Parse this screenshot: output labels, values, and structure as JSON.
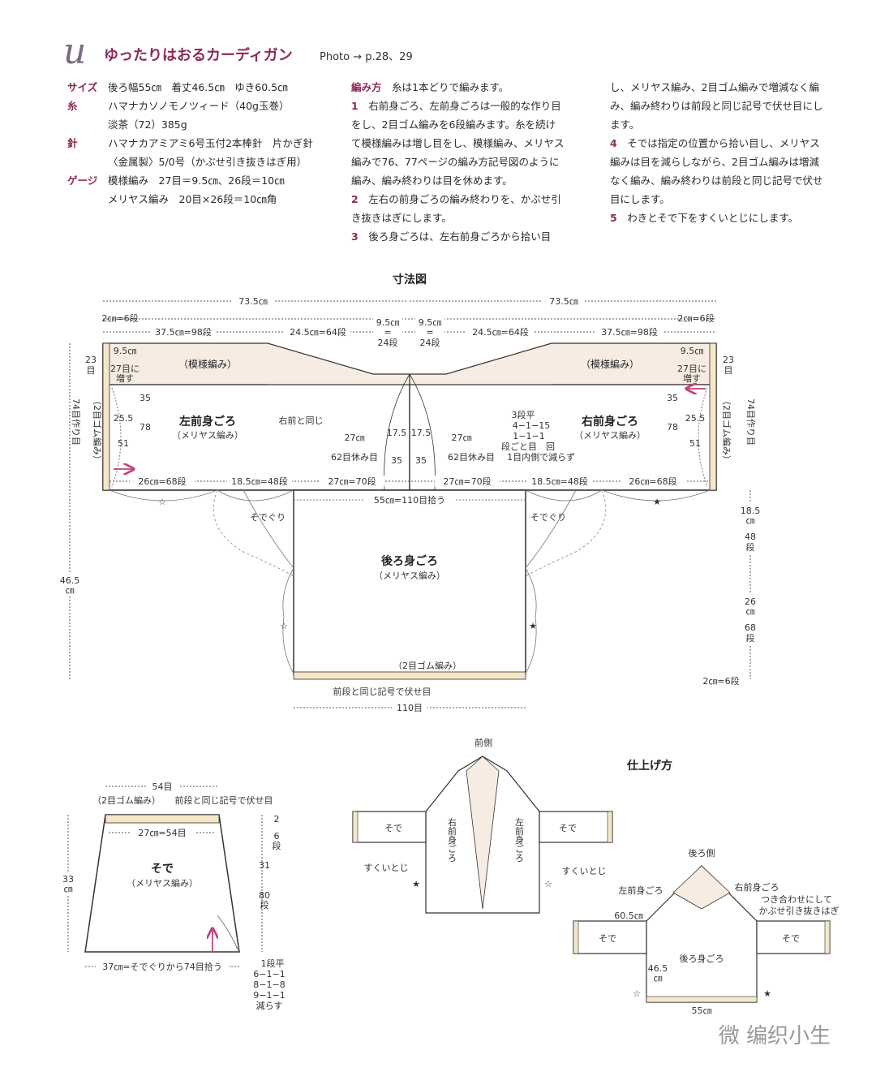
{
  "header": {
    "letter": "u",
    "title": "ゆったりはおるカーディガン",
    "photo": "Photo → p.28、29"
  },
  "specs": [
    {
      "label": "サイズ",
      "lines": [
        "後ろ幅55㎝　着丈46.5㎝　ゆき60.5㎝"
      ]
    },
    {
      "label": "糸",
      "lines": [
        "ハマナカソノモノツィード（40g玉巻）",
        "淡茶（72）385g"
      ]
    },
    {
      "label": "針",
      "lines": [
        "ハマナカアミアミ6号玉付2本棒針　片かぎ針",
        "〈金属製〉5/0号（かぶせ引き抜きはぎ用）"
      ]
    },
    {
      "label": "ゲージ",
      "lines": [
        "模様編み　27目＝9.5㎝、26段＝10㎝",
        "メリヤス編み　20目×26段＝10㎝角"
      ]
    }
  ],
  "instructions": {
    "intro_label": "編み方",
    "intro": "糸は1本どりで編みます。",
    "col2": [
      {
        "num": "1",
        "text": "右前身ごろ、左前身ごろは一般的な作り目"
      },
      {
        "num": "",
        "text": "をし、2目ゴム編みを6段編みます。糸を続け"
      },
      {
        "num": "",
        "text": "て模様編みは増し目をし、模様編み、メリヤス"
      },
      {
        "num": "",
        "text": "編みで76、77ページの編み方記号図のように"
      },
      {
        "num": "",
        "text": "編み、編み終わりは目を休めます。"
      },
      {
        "num": "2",
        "text": "左右の前身ごろの編み終わりを、かぶせ引"
      },
      {
        "num": "",
        "text": "き抜きはぎにします。"
      },
      {
        "num": "3",
        "text": "後ろ身ごろは、左右前身ごろから拾い目"
      }
    ],
    "col3": [
      {
        "num": "",
        "text": "し、メリヤス編み、2目ゴム編みで増減なく編"
      },
      {
        "num": "",
        "text": "み、編み終わりは前段と同じ記号で伏せ目にし"
      },
      {
        "num": "",
        "text": "ます。"
      },
      {
        "num": "4",
        "text": "そでは指定の位置から拾い目し、メリヤス"
      },
      {
        "num": "",
        "text": "編みは目を減らしながら、2目ゴム編みは増減"
      },
      {
        "num": "",
        "text": "なく編み、編み終わりは前段と同じ記号で伏せ"
      },
      {
        "num": "",
        "text": "目にします。"
      },
      {
        "num": "5",
        "text": "わきとそで下をすくいとじにします。"
      }
    ]
  },
  "diagram": {
    "title": "寸法図",
    "top_left": "73.5㎝",
    "top_right": "73.5㎝",
    "d_2cm_6dan": "2㎝=6段",
    "d_37_98": "37.5㎝=98段",
    "d_24_64": "24.5㎝=64段",
    "d_95": "9.5㎝",
    "d_24dan": "24段",
    "d_23": "23",
    "d_me": "目",
    "d_95_27": "9.5㎝",
    "d_27me": "27目に",
    "d_masu": "増す",
    "pattern": "（模様編み）",
    "left_front": "左前身ごろ",
    "right_front": "右前身ごろ",
    "stockinette": "（メリヤス編み）",
    "left_74": "74目作り目",
    "rib2": "（2目ゴム編み）",
    "d_35": "35",
    "d_cm": "㎝",
    "d_eq": "=",
    "d_78": "78",
    "d_255": "25.5",
    "d_51": "51",
    "same_as_right": "右前と同じ",
    "d_175": "17.5",
    "d_27cm": "27㎝",
    "d_62": "62目休み目",
    "dec_3": "3段平",
    "dec_4": "4−1−15",
    "dec_1": "1−1−1",
    "dec_dan": "段ごと目　回",
    "dec_inner": "1目内側で減らず",
    "d_26_68": "26㎝=68段",
    "d_185_48": "18.5㎝=48段",
    "d_27_70": "27㎝=70段",
    "d_55_110": "55㎝=110目拾う",
    "sodegurri": "そでぐり",
    "back": "後ろ身ごろ",
    "d_465": "46.5",
    "d_185": "18.5",
    "d_48": "48",
    "d_dan": "段",
    "d_26": "26",
    "d_68": "68",
    "rib_back": "（2目ゴム編み）",
    "bind_off": "前段と同じ記号で伏せ目",
    "d_110": "110目",
    "d_2cm_6dan_b": "2㎝=6段"
  },
  "sleeve": {
    "d_54": "54目",
    "rib": "（2目ゴム編み）",
    "bind_off": "前段と同じ記号で伏せ目",
    "d_27_54": "27㎝=54目",
    "name": "そで",
    "stockinette": "（メリヤス編み）",
    "d_33": "33",
    "d_cm": "㎝",
    "d_2": "2",
    "d_6": "6",
    "d_31": "31",
    "d_80": "80",
    "d_dan": "段",
    "d_eq": "=",
    "d_37": "37㎝=そでぐりから74目拾う",
    "dec_1": "1段平",
    "dec_2": "6−1−1",
    "dec_3": "8−1−8",
    "dec_4": "9−1−1",
    "dec_5": "減らす"
  },
  "finish": {
    "title": "仕上げ方",
    "front": "前側",
    "back_side": "後ろ側",
    "sode": "そで",
    "right_front": "右前身ごろ",
    "left_front": "左前身ごろ",
    "sukui": "すくいとじ",
    "left_front_h": "左前身ごろ",
    "right_front_h": "右前身ごろ",
    "join_1": "つき合わせにして",
    "join_2": "かぶせ引き抜きはぎ",
    "d_605": "60.5㎝",
    "back": "後ろ身ごろ",
    "d_465": "46.5",
    "d_cm": "㎝",
    "d_55": "55㎝"
  },
  "watermark": "微 编织小生",
  "colors": {
    "accent": "#8a2a5a",
    "pattern_fill": "#f6ece2",
    "rib_fill": "#f4e7c8",
    "arrow": "#c0407a"
  }
}
